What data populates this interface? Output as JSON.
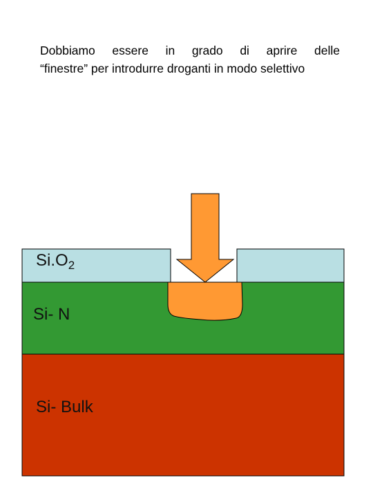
{
  "caption": {
    "line1": "Dobbiamo essere in grado di aprire delle",
    "line2": "“finestre” per introdurre droganti in modo selettivo"
  },
  "layers": {
    "oxide": {
      "label_main": "Si.O",
      "label_sub": "2",
      "color": "#b9dfe3"
    },
    "n_type": {
      "label": "Si- N",
      "color": "#339933"
    },
    "bulk": {
      "label": "Si- Bulk",
      "color": "#cc3300"
    }
  },
  "doped_region": {
    "color": "#ff9933"
  },
  "arrow": {
    "color": "#ff9933",
    "direction": "down"
  },
  "colors": {
    "outline": "#000000"
  }
}
